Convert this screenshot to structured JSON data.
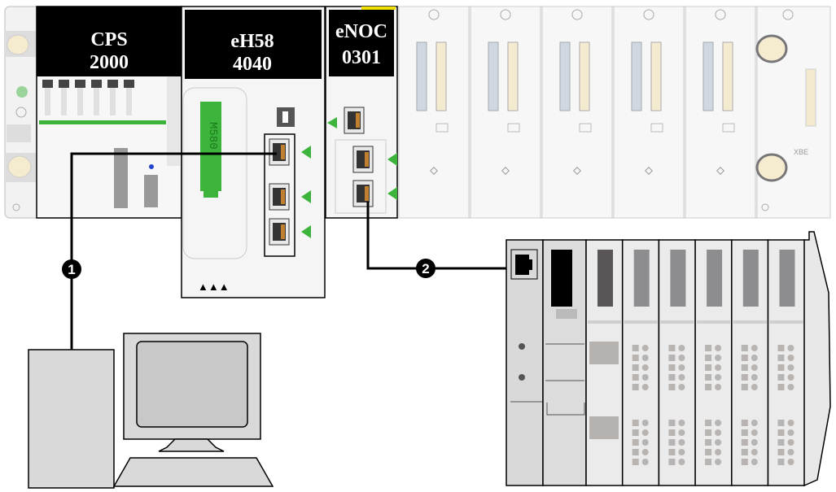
{
  "rack": {
    "modules": [
      {
        "id": "power-supply",
        "line1": "CPS",
        "line2": "2000"
      },
      {
        "id": "cpu",
        "line1": "eH58",
        "line2": "4040",
        "badge": "M580"
      },
      {
        "id": "ethernet-module",
        "line1": "eNOC",
        "line2": "0301"
      }
    ],
    "empty_slots": 5,
    "end_label": "XBE"
  },
  "callouts": [
    {
      "number": "1"
    },
    {
      "number": "2"
    }
  ],
  "io_island": {
    "io_modules": 6
  },
  "colors": {
    "accent_green": "#3cb43c",
    "cable": "#000000",
    "module_header": "#000000"
  }
}
